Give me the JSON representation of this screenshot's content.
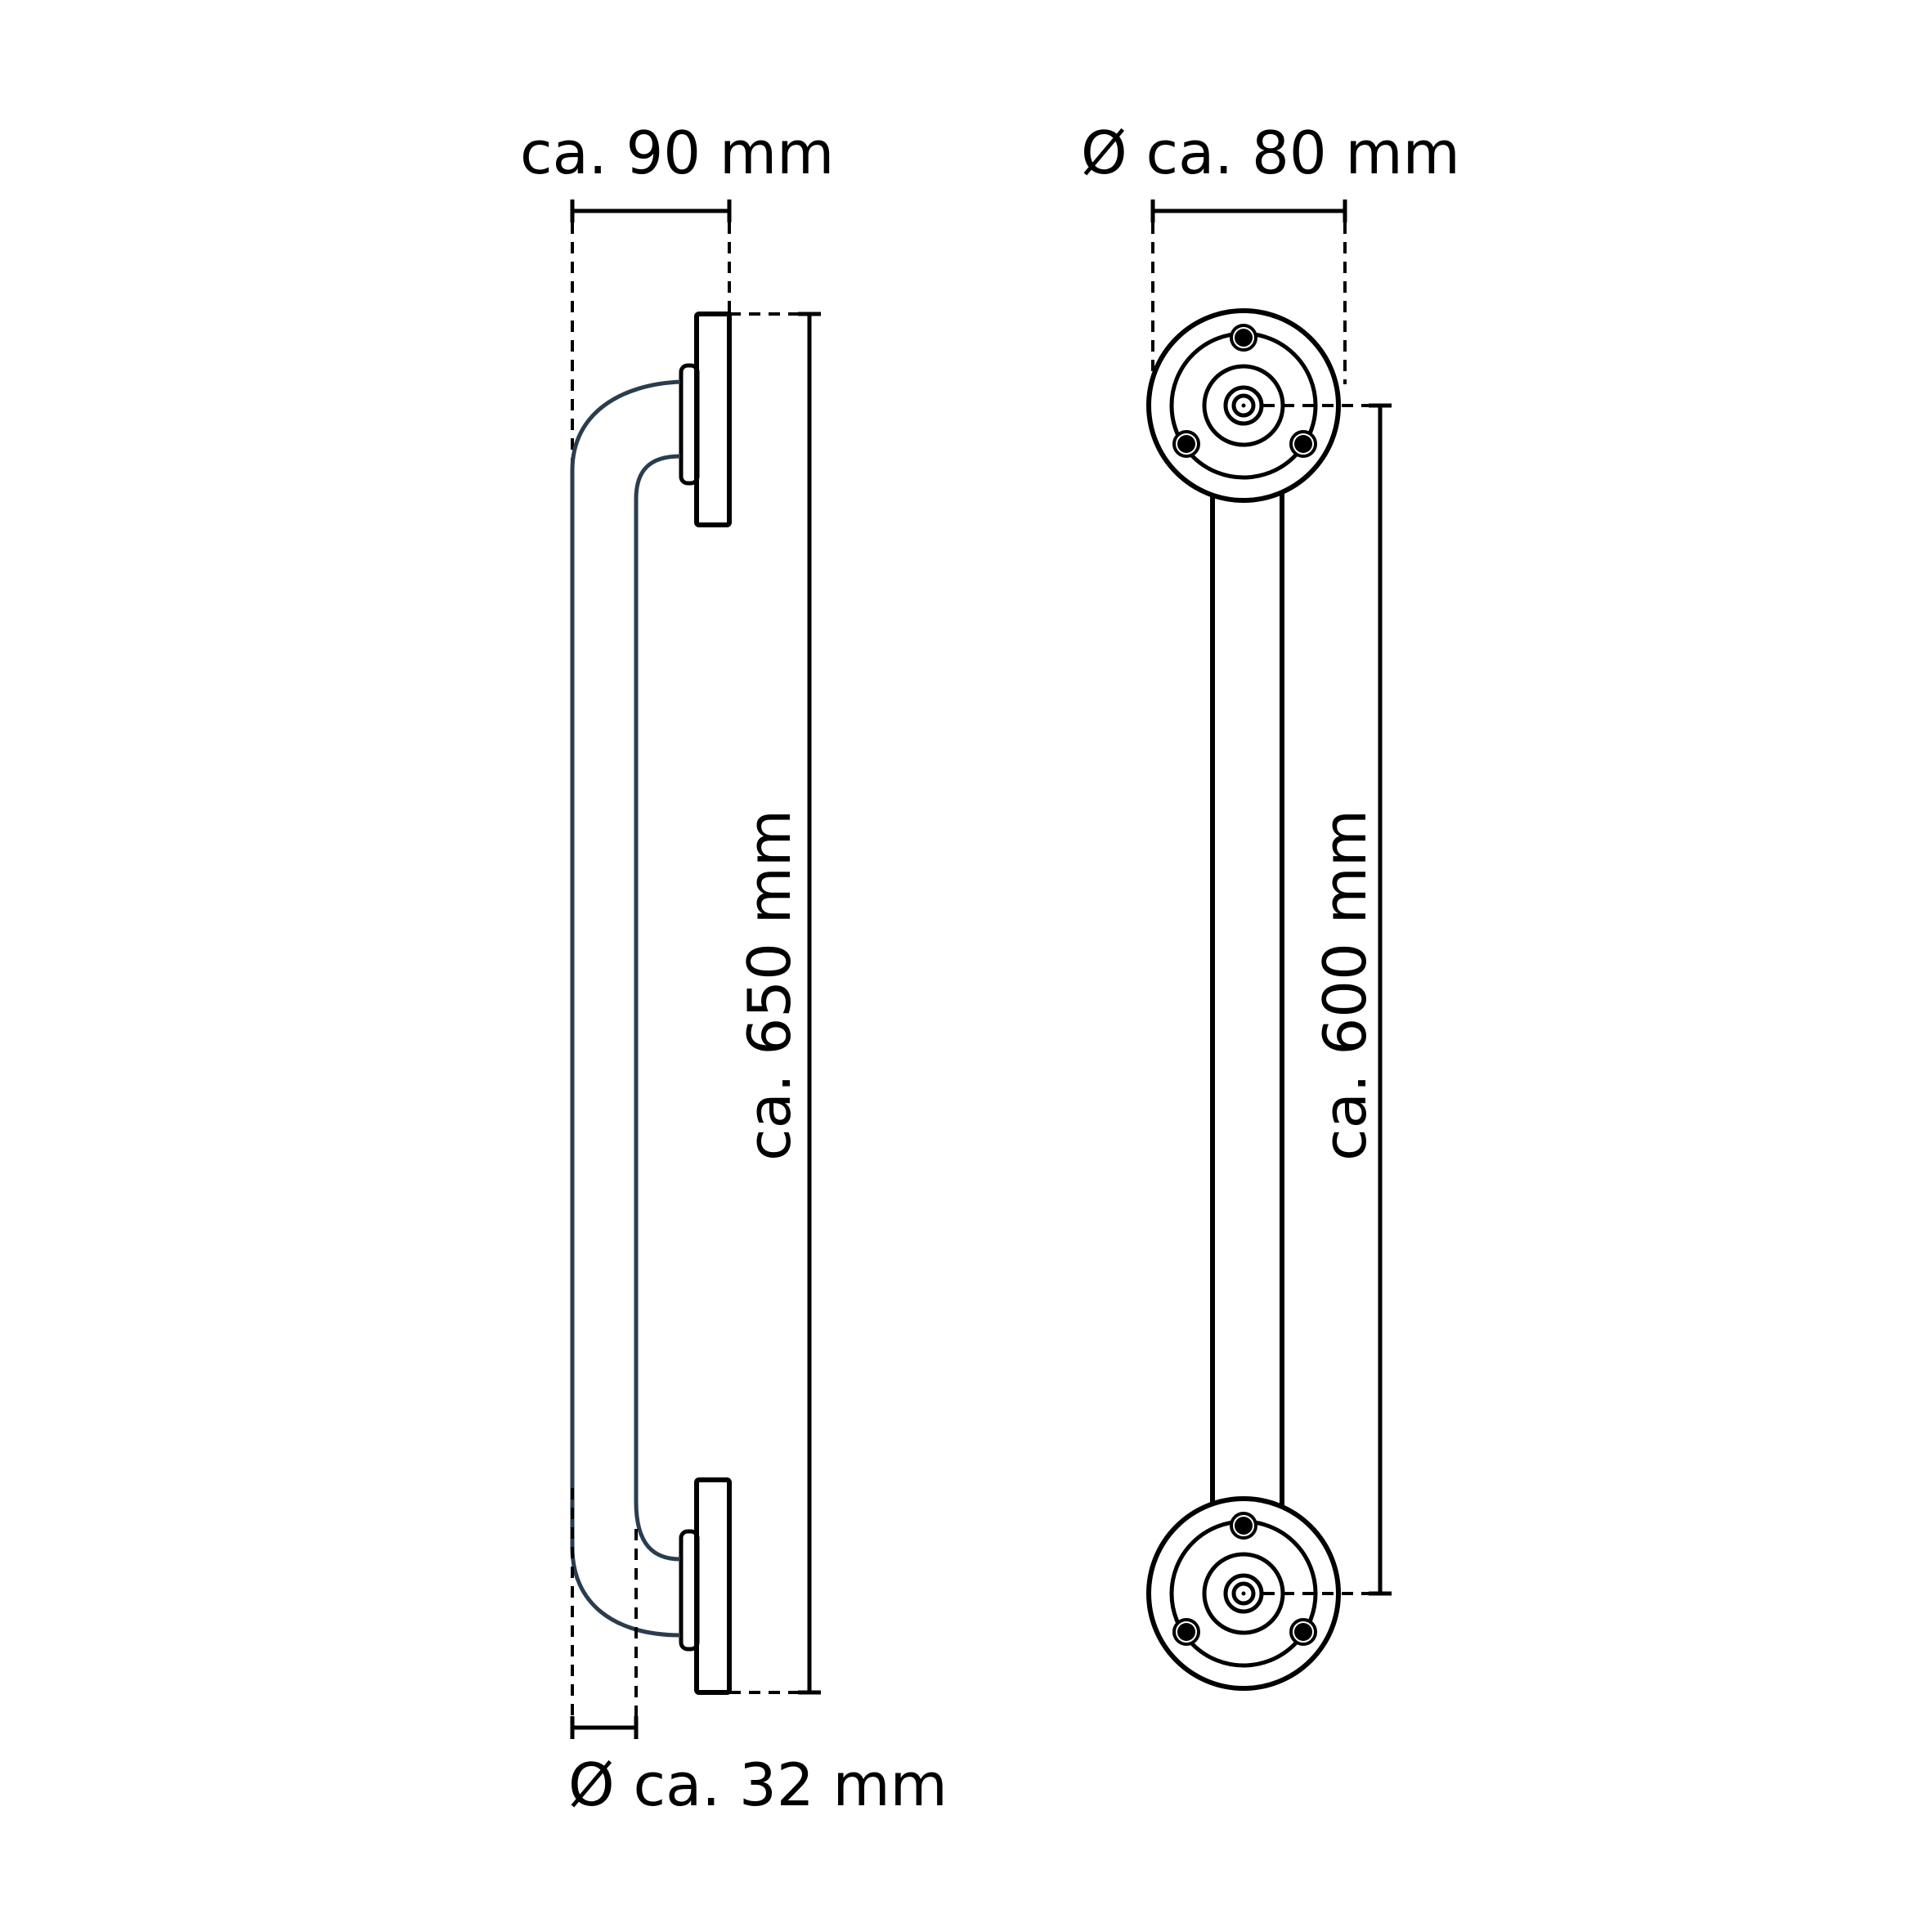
{
  "drawing": {
    "subject": "grab bar technical dimension drawing",
    "side_view": {
      "width_label": "ca. 90 mm",
      "height_label": "ca. 650 mm",
      "tube_diameter_label": "Ø ca. 32 mm"
    },
    "front_view": {
      "flange_diameter_label": "Ø ca. 80 mm",
      "center_distance_label": "ca. 600 mm"
    },
    "colors": {
      "line": "#000000",
      "tube_line": "#2a3d4f",
      "background": "#ffffff"
    }
  }
}
